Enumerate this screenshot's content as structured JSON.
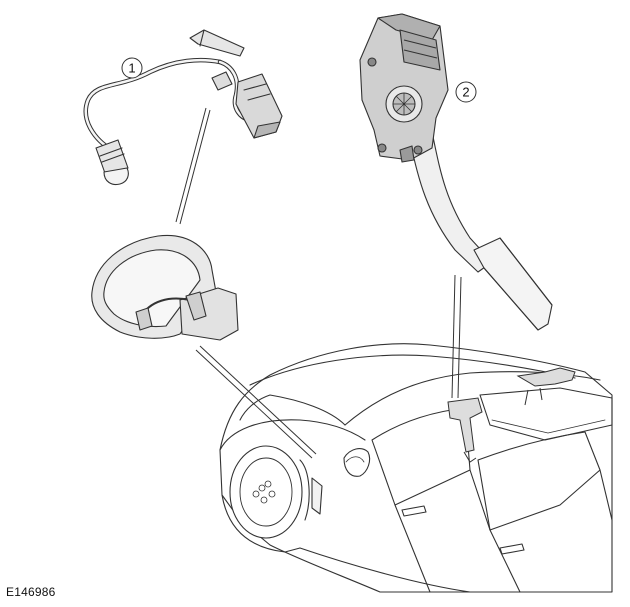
{
  "figure": {
    "reference_code": "E146986",
    "callouts": [
      {
        "number": "1",
        "part": "sensor-harness"
      },
      {
        "number": "2",
        "part": "accelerator-pedal"
      }
    ],
    "colors": {
      "line": "#333333",
      "body_fill": "#ffffff",
      "part_light": "#eeeeee",
      "part_mid": "#cfcfcf",
      "part_dark": "#8a8a8a"
    }
  }
}
